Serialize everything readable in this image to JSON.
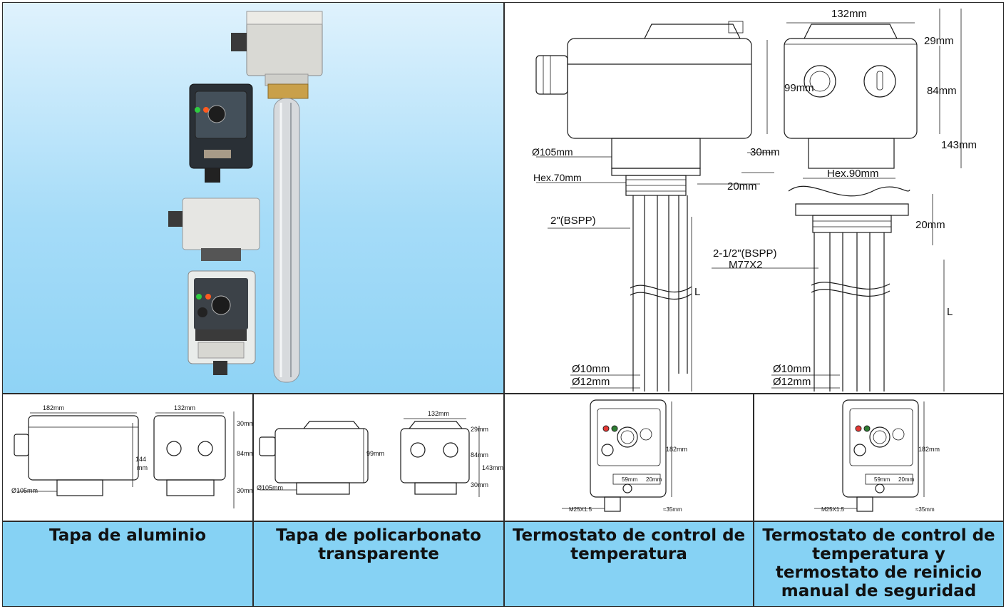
{
  "main_drawing": {
    "left": {
      "d105": "Ø105mm",
      "hex70": "Hex.70mm",
      "d99": "99mm",
      "d30": "30mm",
      "d20": "20mm",
      "bspp": "2\"(BSPP)",
      "L": "L",
      "d10": "Ø10mm",
      "d12": "Ø12mm"
    },
    "right": {
      "d132": "132mm",
      "d29": "29mm",
      "d84": "84mm",
      "d143": "143mm",
      "hex90": "Hex.90mm",
      "d20": "20mm",
      "bspp": "2-1/2\"(BSPP)",
      "m77": "M77X2",
      "L": "L",
      "d10": "Ø10mm",
      "d12": "Ø12mm"
    }
  },
  "variants": [
    {
      "labels": {
        "w182": "182mm",
        "w132": "132mm",
        "h30a": "30mm",
        "h144a": "144",
        "h144b": "mm",
        "h84": "84mm",
        "h30b": "30mm",
        "d105": "Ø105mm"
      },
      "caption": "Tapa de aluminio"
    },
    {
      "labels": {
        "w132": "132mm",
        "h29": "29mm",
        "h99": "99mm",
        "h84": "84mm",
        "h143": "143mm",
        "h30": "30mm",
        "d105": "Ø105mm"
      },
      "caption": "Tapa de policarbonato transparente"
    },
    {
      "labels": {
        "h182": "182mm",
        "w59": "59mm",
        "w20": "20mm",
        "m25": "M25X1.5",
        "h35": "≈35mm"
      },
      "caption": "Termostato de control de temperatura"
    },
    {
      "labels": {
        "h182": "182mm",
        "w59": "59mm",
        "w20": "20mm",
        "m25": "M25X1.5",
        "h35": "≈35mm"
      },
      "caption": "Termostato de control de temperatura y termostato de reinicio manual de seguridad"
    }
  ],
  "colors": {
    "background": "#86d2f4",
    "photo_top": "#dff2fd",
    "photo_bottom": "#8fd3f5",
    "line": "#1a1a1a"
  }
}
